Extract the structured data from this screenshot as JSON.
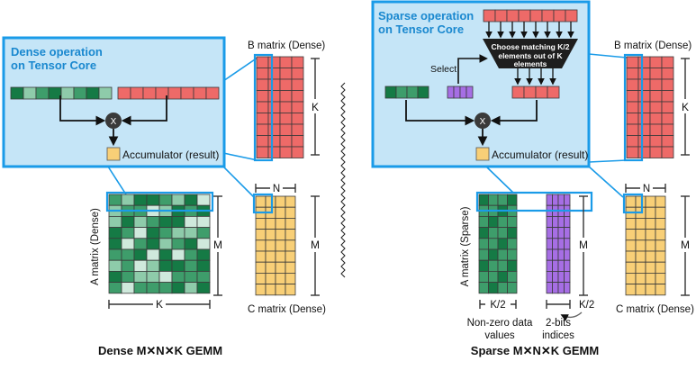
{
  "dense": {
    "box_title_1": "Dense operation",
    "box_title_2": "on Tensor Core",
    "b_label": "B matrix (Dense)",
    "c_label": "C matrix (Dense)",
    "a_label": "A matrix (Dense)",
    "k_label_b": "K",
    "m_label_c": "M",
    "n_label": "N",
    "m_label_a": "M",
    "k_label_a": "K",
    "accum_label": "Accumulator (result)",
    "multiply_symbol": "X",
    "caption": "Dense M✕N✕K GEMM"
  },
  "sparse": {
    "box_title_1": "Sparse operation",
    "box_title_2": "on Tensor Core",
    "mux_line_1": "Choose matching K/2",
    "mux_line_2": "elements out of K",
    "mux_line_3": "elements",
    "select_label": "Select",
    "b_label": "B matrix (Dense)",
    "c_label": "C matrix (Dense)",
    "a_label": "A matrix (Sparse)",
    "k_label_b": "K",
    "m_label_a": "M",
    "m_label_c": "M",
    "n_label": "N",
    "k2_label_a": "K/2",
    "k2_label_idx": "K/2",
    "nonzero_1": "Non-zero data",
    "nonzero_2": "values",
    "bits_1": "2-bits",
    "bits_2": "indices",
    "accum_label": "Accumulator (result)",
    "multiply_symbol": "X",
    "caption": "Sparse M✕N✕K GEMM"
  },
  "colors": {
    "blue": "#1a9be8",
    "panel": "#c5e5f7",
    "b_red": "#ee6a68",
    "c_yellow": "#f8cf77",
    "purple": "#a66ee4",
    "green_dark": "#157a45",
    "green_mid": "#3e9d6b",
    "green_light": "#8ecbaa",
    "green_pale": "#cfe9dc"
  }
}
